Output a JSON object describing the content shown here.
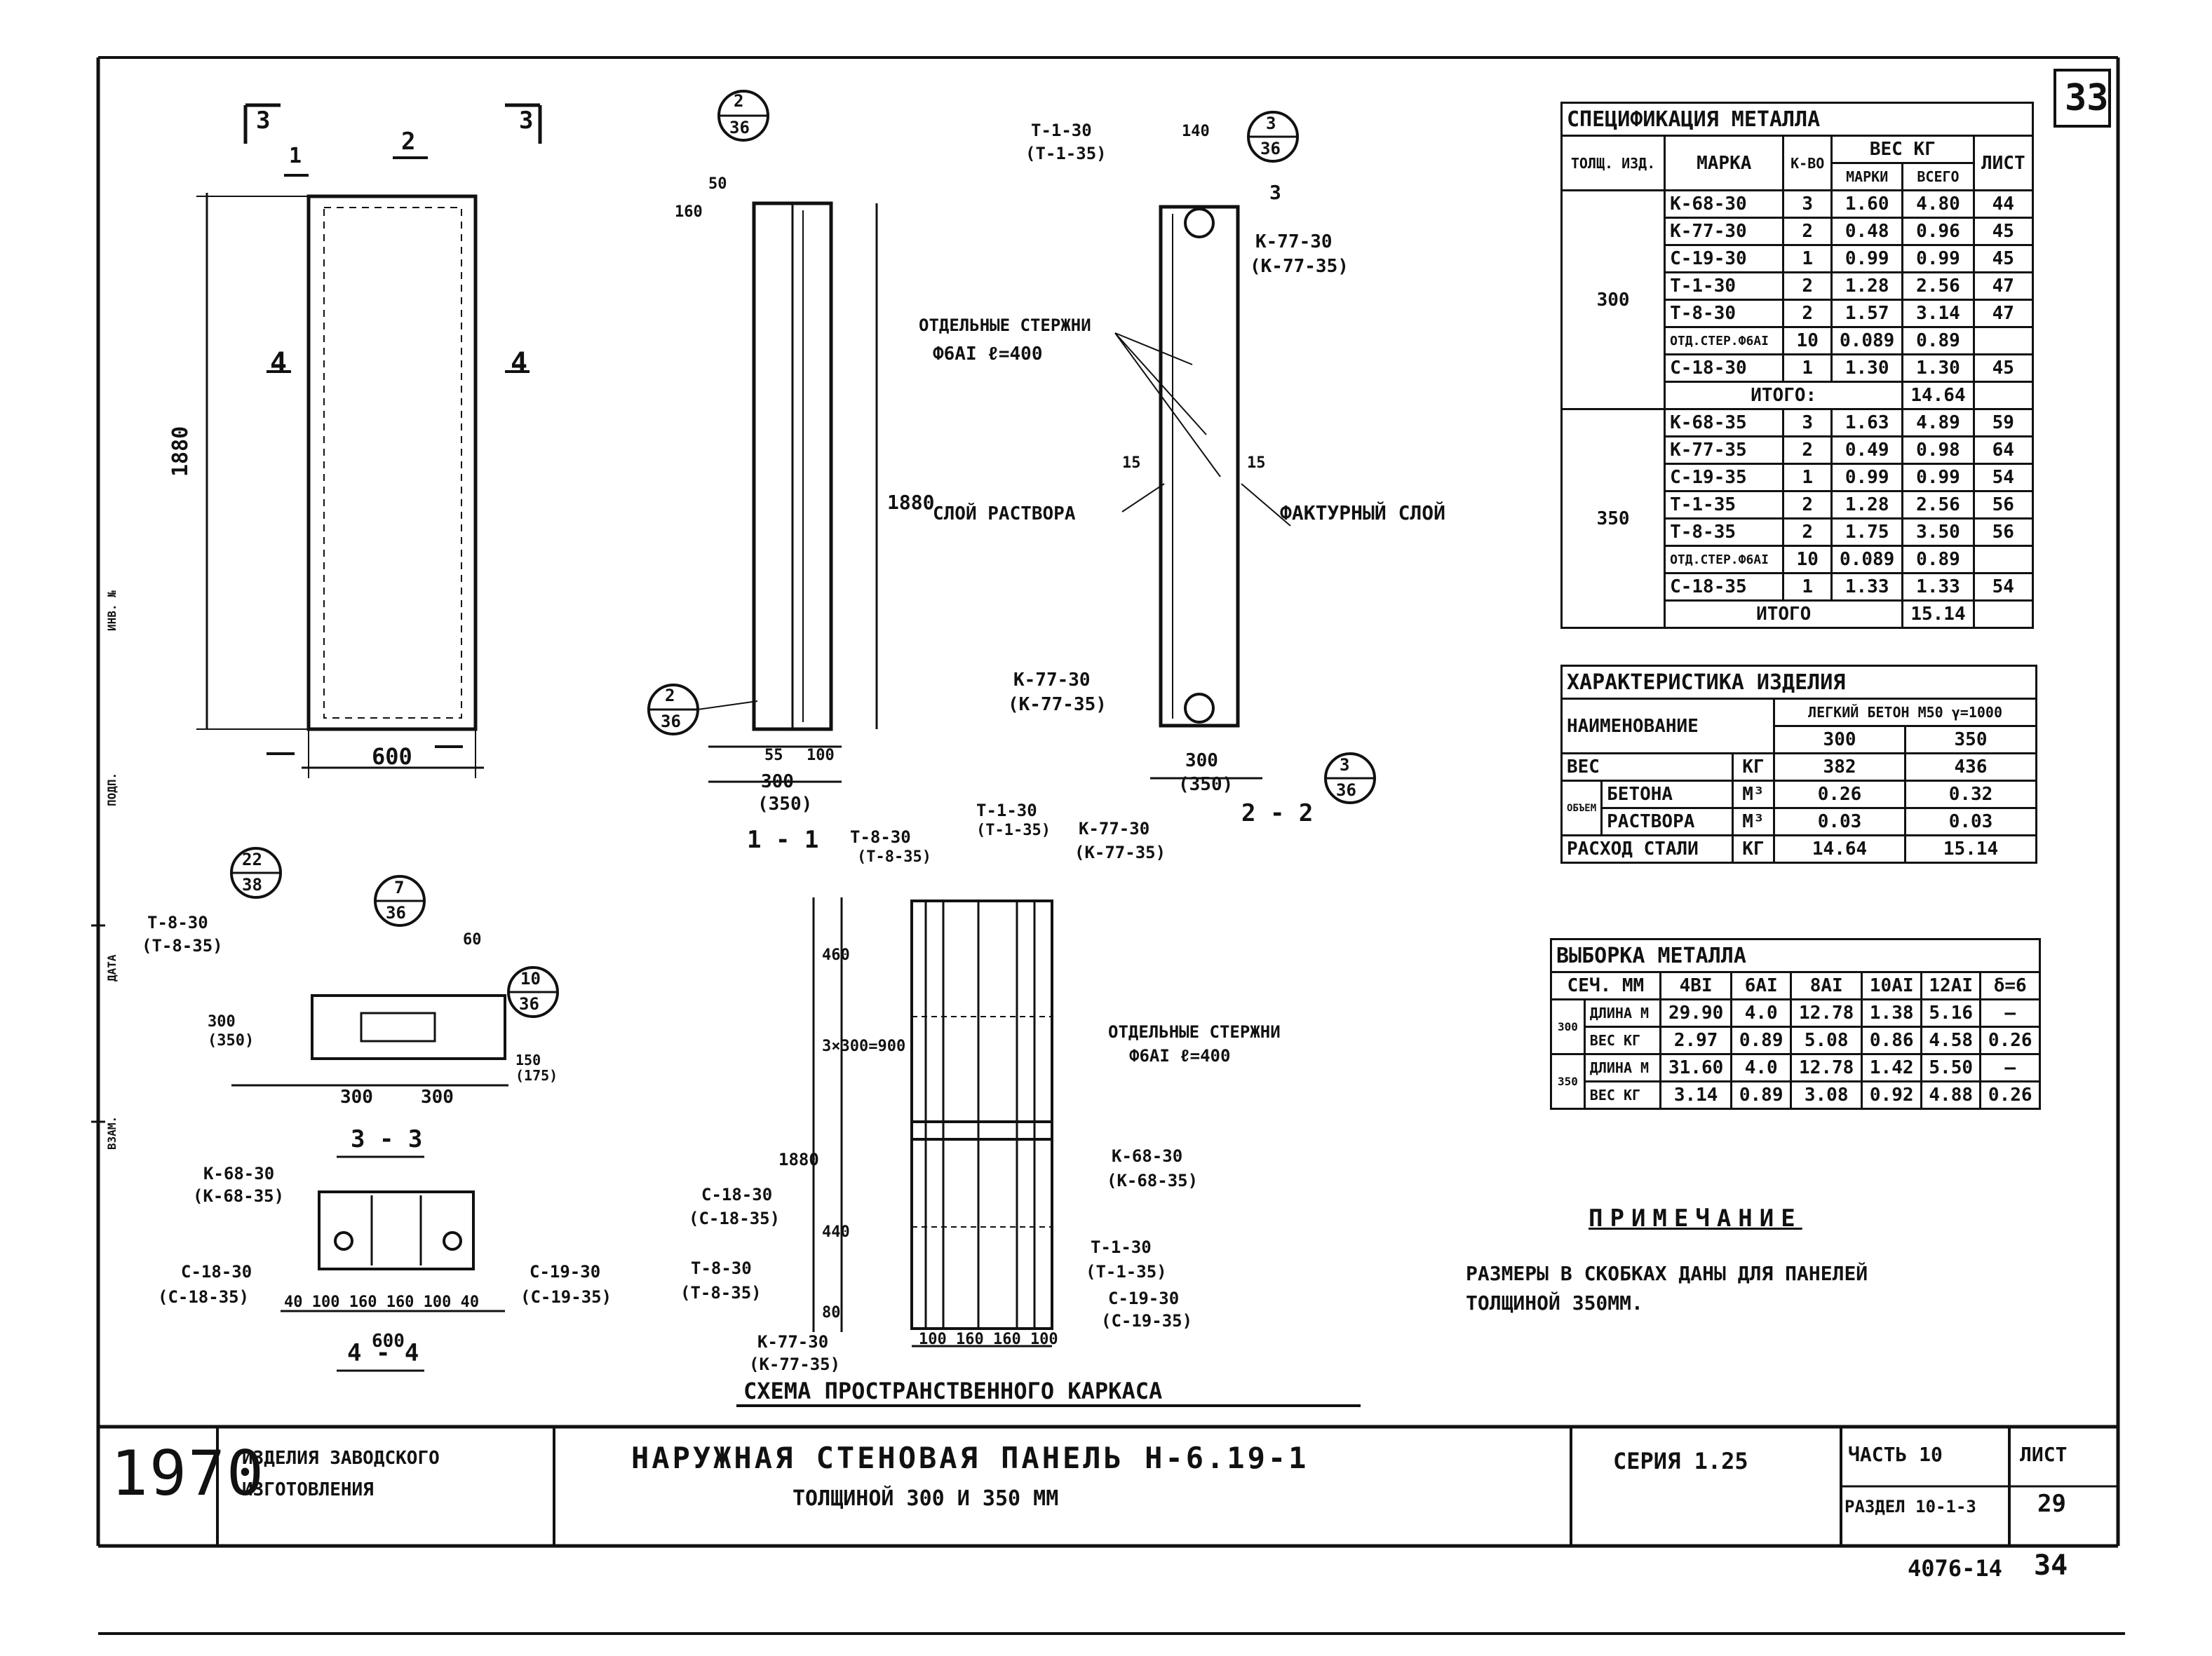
{
  "sheet": {
    "sheet_corner": "33",
    "bottom_ref": "4076-14",
    "bottom_page": "34"
  },
  "title_block": {
    "year": "1970",
    "left_text_1": "ИЗДЕЛИЯ ЗАВОДСКОГО",
    "left_text_2": "ИЗГОТОВЛЕНИЯ",
    "main_title_1": "НАРУЖНАЯ СТЕНОВАЯ ПАНЕЛЬ Н-6.19-1",
    "main_title_2": "ТОЛЩИНОЙ 300 И 350 ММ",
    "series": "СЕРИЯ 1.25",
    "part": "ЧАСТЬ 10",
    "section": "РАЗДЕЛ 10-1-3",
    "sheet_label": "ЛИСТ",
    "sheet_no": "29"
  },
  "spec_metal": {
    "title": "СПЕЦИФИКАЦИЯ МЕТАЛЛА",
    "headers": [
      "ТОЛЩ. ИЗД.",
      "МАРКА",
      "К-ВО",
      "ВЕС КГ",
      "ЛИСТ"
    ],
    "sub_headers": [
      "МАРКИ",
      "ВСЕГО"
    ],
    "group_300": "300",
    "group_350": "350",
    "rows_300": [
      [
        "К-68-30",
        "3",
        "1.60",
        "4.80",
        "44"
      ],
      [
        "К-77-30",
        "2",
        "0.48",
        "0.96",
        "45"
      ],
      [
        "С-19-30",
        "1",
        "0.99",
        "0.99",
        "45"
      ],
      [
        "Т-1-30",
        "2",
        "1.28",
        "2.56",
        "47"
      ],
      [
        "Т-8-30",
        "2",
        "1.57",
        "3.14",
        "47"
      ],
      [
        "ОТД.СТЕР.Ф6AI",
        "10",
        "0.089",
        "0.89",
        ""
      ],
      [
        "С-18-30",
        "1",
        "1.30",
        "1.30",
        "45"
      ]
    ],
    "total_300_label": "ИТОГО:",
    "total_300": "14.64",
    "rows_350": [
      [
        "К-68-35",
        "3",
        "1.63",
        "4.89",
        "59"
      ],
      [
        "К-77-35",
        "2",
        "0.49",
        "0.98",
        "64"
      ],
      [
        "С-19-35",
        "1",
        "0.99",
        "0.99",
        "54"
      ],
      [
        "Т-1-35",
        "2",
        "1.28",
        "2.56",
        "56"
      ],
      [
        "Т-8-35",
        "2",
        "1.75",
        "3.50",
        "56"
      ],
      [
        "ОТД.СТЕР.Ф6AI",
        "10",
        "0.089",
        "0.89",
        ""
      ],
      [
        "С-18-35",
        "1",
        "1.33",
        "1.33",
        "54"
      ]
    ],
    "total_350_label": "ИТОГО",
    "total_350": "15.14"
  },
  "characteristics": {
    "title": "ХАРАКТЕРИСТИКА ИЗДЕЛИЯ",
    "name_label": "НАИМЕНОВАНИЕ",
    "concrete_header": "ЛЕГКИЙ БЕТОН М50 γ=1000",
    "col_300": "300",
    "col_350": "350",
    "rows": [
      [
        "ВЕС",
        "КГ",
        "382",
        "436"
      ],
      [
        "БЕТОНА",
        "М³",
        "0.26",
        "0.32"
      ],
      [
        "РАСТВОРА",
        "М³",
        "0.03",
        "0.03"
      ],
      [
        "РАСХОД СТАЛИ",
        "КГ",
        "14.64",
        "15.14"
      ]
    ],
    "volume_label": "ОБЪЕМ"
  },
  "metal_selection": {
    "title": "ВЫБОРКА МЕТАЛЛА",
    "headers": [
      "СЕЧ. ММ",
      "4BI",
      "6AI",
      "8AI",
      "10AI",
      "12AI",
      "δ=6"
    ],
    "rows": [
      [
        "300",
        "ДЛИНА М",
        "29.90",
        "4.0",
        "12.78",
        "1.38",
        "5.16",
        "—"
      ],
      [
        "300",
        "ВЕС КГ",
        "2.97",
        "0.89",
        "5.08",
        "0.86",
        "4.58",
        "0.26"
      ],
      [
        "350",
        "ДЛИНА М",
        "31.60",
        "4.0",
        "12.78",
        "1.42",
        "5.50",
        "—"
      ],
      [
        "350",
        "ВЕС КГ",
        "3.14",
        "0.89",
        "3.08",
        "0.92",
        "4.88",
        "0.26"
      ]
    ]
  },
  "note": {
    "title": "ПРИМЕЧАНИЕ",
    "text_1": "РАЗМЕРЫ В СКОБКАХ ДАНЫ ДЛЯ ПАНЕЛЕЙ",
    "text_2": "ТОЛЩИНОЙ 350ММ."
  },
  "drawings": {
    "elevation": {
      "section_3": "3",
      "section_1": "1",
      "section_2": "2",
      "section_4": "4",
      "height": "1880",
      "width": "600"
    },
    "section_1_1": {
      "callout_top_num": "2",
      "callout_top_den": "36",
      "callout_bot_num": "2",
      "callout_bot_den": "36",
      "dim_160": "160",
      "dim_50": "50",
      "dim_55": "55",
      "dim_100": "100",
      "dim_300": "300",
      "dim_350": "(350)",
      "height": "1880",
      "label": "1 - 1",
      "mortar": "СЛОЙ РАСТВОРА"
    },
    "section_2_2": {
      "t1": "Т-1-30",
      "t1b": "(Т-1-35)",
      "dim_140": "140",
      "callout_top_num": "3",
      "callout_top_den": "36",
      "k77": "К-77-30",
      "k77b": "(К-77-35)",
      "rods_1": "ОТДЕЛЬНЫЕ СТЕРЖНИ",
      "rods_2": "Ф6AI ℓ=400",
      "dim_15a": "15",
      "dim_15b": "15",
      "facing": "ФАКТУРНЫЙ СЛОЙ",
      "k77_bot": "К-77-30",
      "k77b_bot": "(К-77-35)",
      "dim_300": "300",
      "dim_350": "(350)",
      "callout_bot_num": "3",
      "callout_bot_den": "36",
      "label": "2 - 2",
      "mark_3": "3"
    },
    "section_3_3": {
      "t8": "Т-8-30",
      "t8b": "(Т-8-35)",
      "c22_num": "22",
      "c22_den": "38",
      "c7_num": "7",
      "c7_den": "36",
      "c10_num": "10",
      "c10_den": "36",
      "dim_60": "60",
      "dim_300": "300",
      "dim_350": "(350)",
      "dim_150": "150",
      "dim_175": "(175)",
      "dim_300a": "300",
      "dim_300b": "300",
      "label": "3 - 3"
    },
    "section_4_4": {
      "k68": "К-68-30",
      "k68b": "(К-68-35)",
      "c18": "С-18-30",
      "c18b": "(С-18-35)",
      "c19": "С-19-30",
      "c19b": "(С-19-35)",
      "dims": "40  100  160  160  100  40",
      "width": "600",
      "label": "4 - 4"
    },
    "frame": {
      "t8": "Т-8-30",
      "t8b": "(Т-8-35)",
      "t1": "Т-1-30",
      "t1b": "(Т-1-35)",
      "k77": "К-77-30",
      "k77b": "(К-77-35)",
      "dim_460": "460",
      "dim_3x300": "3×300=900",
      "dim_1880": "1880",
      "dim_440": "440",
      "dim_80": "80",
      "rods_1": "ОТДЕЛЬНЫЕ СТЕРЖНИ",
      "rods_2": "Ф6AI ℓ=400",
      "k68": "К-68-30",
      "k68b": "(К-68-35)",
      "c18": "С-18-30",
      "c18b": "(С-18-35)",
      "t1_r": "Т-1-30",
      "t1b_r": "(Т-1-35)",
      "t8_l": "Т-8-30",
      "t8b_l": "(Т-8-35)",
      "c19": "С-19-30",
      "c19b": "(С-19-35)",
      "k77_bot": "К-77-30",
      "k77b_bot": "(К-77-35)",
      "bottom_dims": "100 160 160 100",
      "caption": "СХЕМА ПРОСТРАНСТВЕННОГО КАРКАСА"
    }
  },
  "side_stamp": [
    "ИНВ. №",
    "ПОДП.",
    "ДАТА",
    "ВЗАМ."
  ]
}
